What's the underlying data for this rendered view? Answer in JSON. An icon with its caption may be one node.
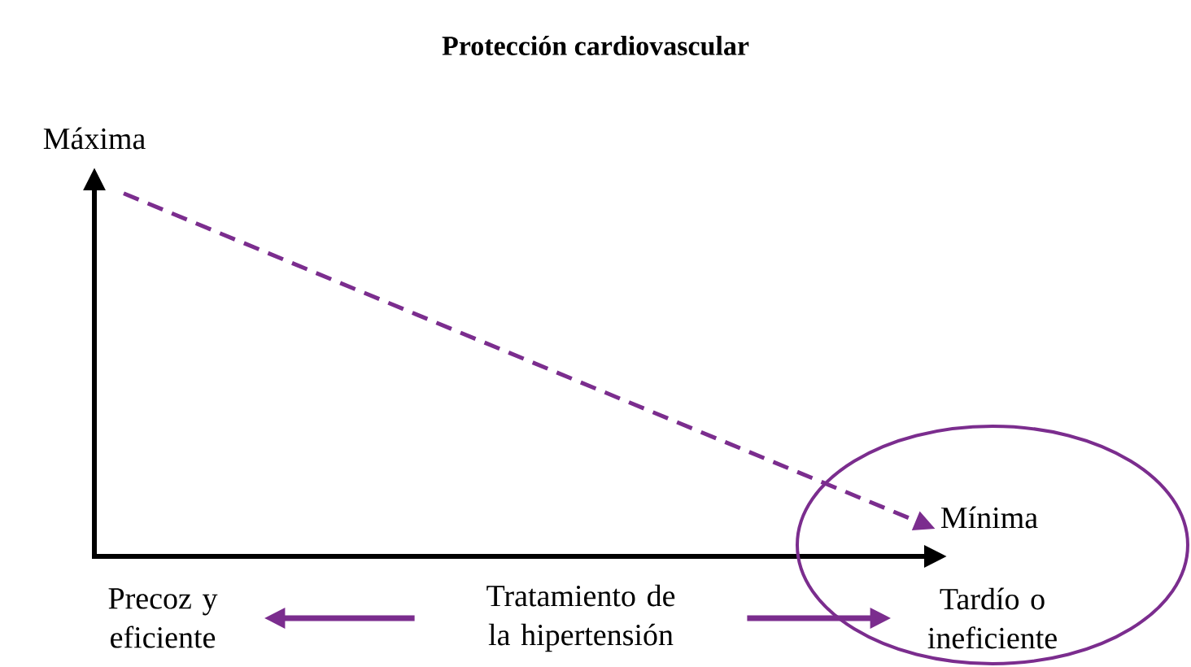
{
  "diagram": {
    "title": "Protección cardiovascular",
    "nodes": [
      {
        "text": [
          "Máxima"
        ]
      },
      {
        "text": [],
        "shape": "circle"
      },
      {
        "text": [
          "Mínima"
        ],
        "in": 1
      },
      {
        "text": [
          "Tardío o ineficiente"
        ],
        "in": 1
      },
      {
        "text": [
          "Precoz y eficiente"
        ]
      },
      {
        "text": [
          "Tratamiento de la hipertensión"
        ]
      }
    ],
    "edges": [
      {
        "from": 0,
        "to": 2,
        "arrow": "to",
        "style": "dashed",
        "color": "#7b2d8e"
      },
      {
        "from": 5,
        "to": 4,
        "arrow": "to",
        "color": "#7b2d8e"
      },
      {
        "from": 5,
        "to": 3,
        "arrow": "to",
        "color": "#7b2d8e"
      }
    ]
  }
}
